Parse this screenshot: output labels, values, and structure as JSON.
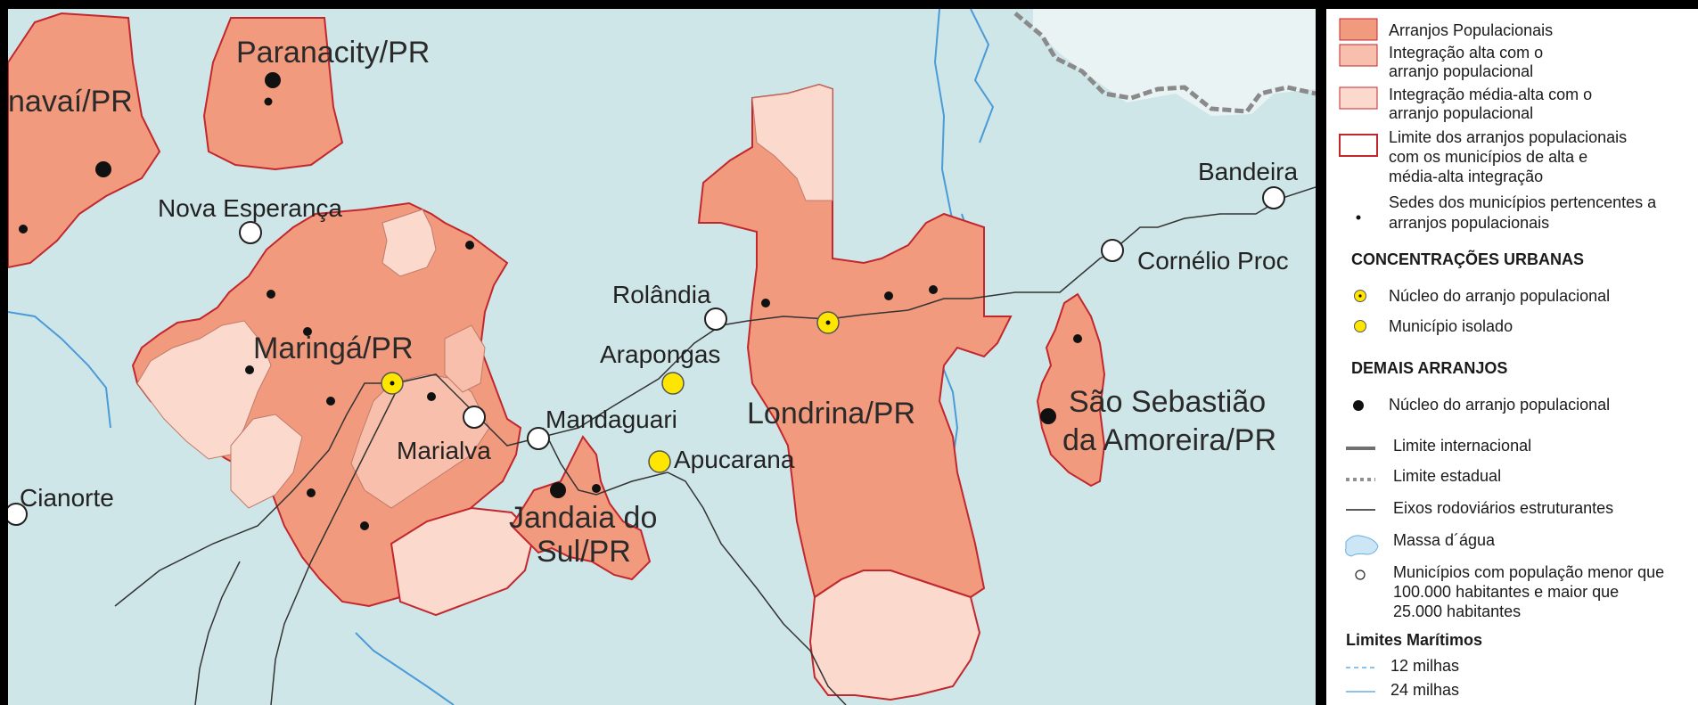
{
  "colors": {
    "background": "#cfe6e8",
    "arranjo": "#f29a7e",
    "alta": "#f8c0ac",
    "media_alta": "#fbd9cc",
    "border": "#c2272d",
    "road": "#333333",
    "river": "#4a9bd8",
    "nucleo_concentracao": "#ffe600"
  },
  "arranjos": [
    {
      "id": "paranavai",
      "label_lines": [
        "navaí/PR"
      ]
    },
    {
      "id": "paranacity",
      "label_lines": [
        "Paranacity/PR"
      ]
    },
    {
      "id": "maringa",
      "label_lines": [
        "Maringá/PR"
      ]
    },
    {
      "id": "jandaia",
      "label_lines": [
        "Jandaia do",
        "Sul/PR"
      ]
    },
    {
      "id": "londrina",
      "label_lines": [
        "Londrina/PR"
      ]
    },
    {
      "id": "sao_sebastiao",
      "label_lines": [
        "São Sebastião",
        "da Amoreira/PR"
      ]
    }
  ],
  "cities": {
    "nova_esperanca": "Nova Esperança",
    "rolandia": "Rolândia",
    "arapongas": "Arapongas",
    "mandaguari": "Mandaguari",
    "marialva": "Marialva",
    "apucarana": "Apucarana",
    "cianorte": "Cianorte",
    "bandeirantes": "Bandeira",
    "cornelio": "Cornélio Proc"
  },
  "legend": {
    "arranjos_populacionais": "Arranjos Populacionais",
    "integracao_alta": [
      "Integração alta com o",
      "arranjo populacional"
    ],
    "integracao_media_alta": [
      "Integração média-alta com o",
      "arranjo populacional"
    ],
    "limite_arranjos": [
      "Limite dos arranjos populacionais",
      "com os municípios de alta e",
      "média-alta integração"
    ],
    "sedes": [
      "Sedes dos municípios pertencentes a",
      "arranjos populacionais"
    ],
    "concentracoes_title": "CONCENTRAÇÕES URBANAS",
    "nucleo_concentracao": "Núcleo do arranjo populacional",
    "municipio_isolado": "Município isolado",
    "demais_title": "DEMAIS ARRANJOS",
    "nucleo_demais": "Núcleo do arranjo populacional",
    "limite_internacional": "Limite internacional",
    "limite_estadual": "Limite estadual",
    "eixos": "Eixos rodoviários estruturantes",
    "massa_agua": "Massa d´água",
    "municipios_pop": [
      "Municípios com população menor que",
      "100.000 habitantes e maior que",
      "25.000 habitantes"
    ],
    "limites_maritimos_title": "Limites Marítimos",
    "milhas_12": "12 milhas",
    "milhas_24": "24 milhas"
  }
}
